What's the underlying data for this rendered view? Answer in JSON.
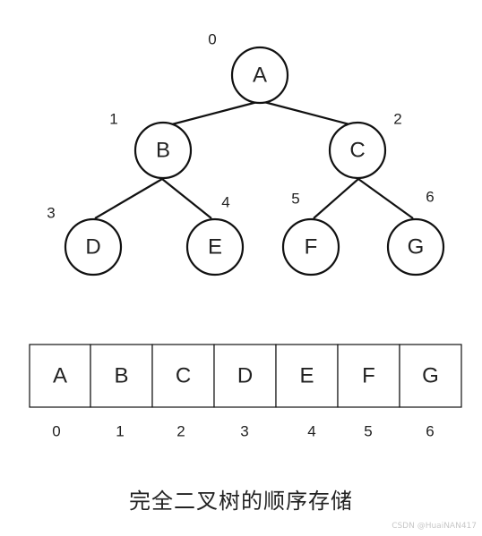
{
  "tree": {
    "nodes": [
      {
        "label": "A",
        "index": "0"
      },
      {
        "label": "B",
        "index": "1"
      },
      {
        "label": "C",
        "index": "2"
      },
      {
        "label": "D",
        "index": "3"
      },
      {
        "label": "E",
        "index": "4"
      },
      {
        "label": "F",
        "index": "5"
      },
      {
        "label": "G",
        "index": "6"
      }
    ],
    "edges": [
      [
        0,
        1
      ],
      [
        0,
        2
      ],
      [
        1,
        3
      ],
      [
        1,
        4
      ],
      [
        2,
        5
      ],
      [
        2,
        6
      ]
    ]
  },
  "array": {
    "values": [
      "A",
      "B",
      "C",
      "D",
      "E",
      "F",
      "G"
    ],
    "indices": [
      "0",
      "1",
      "2",
      "3",
      "4",
      "5",
      "6"
    ]
  },
  "caption": "完全二叉树的顺序存储",
  "watermark": "CSDN @HuaiNAN417"
}
